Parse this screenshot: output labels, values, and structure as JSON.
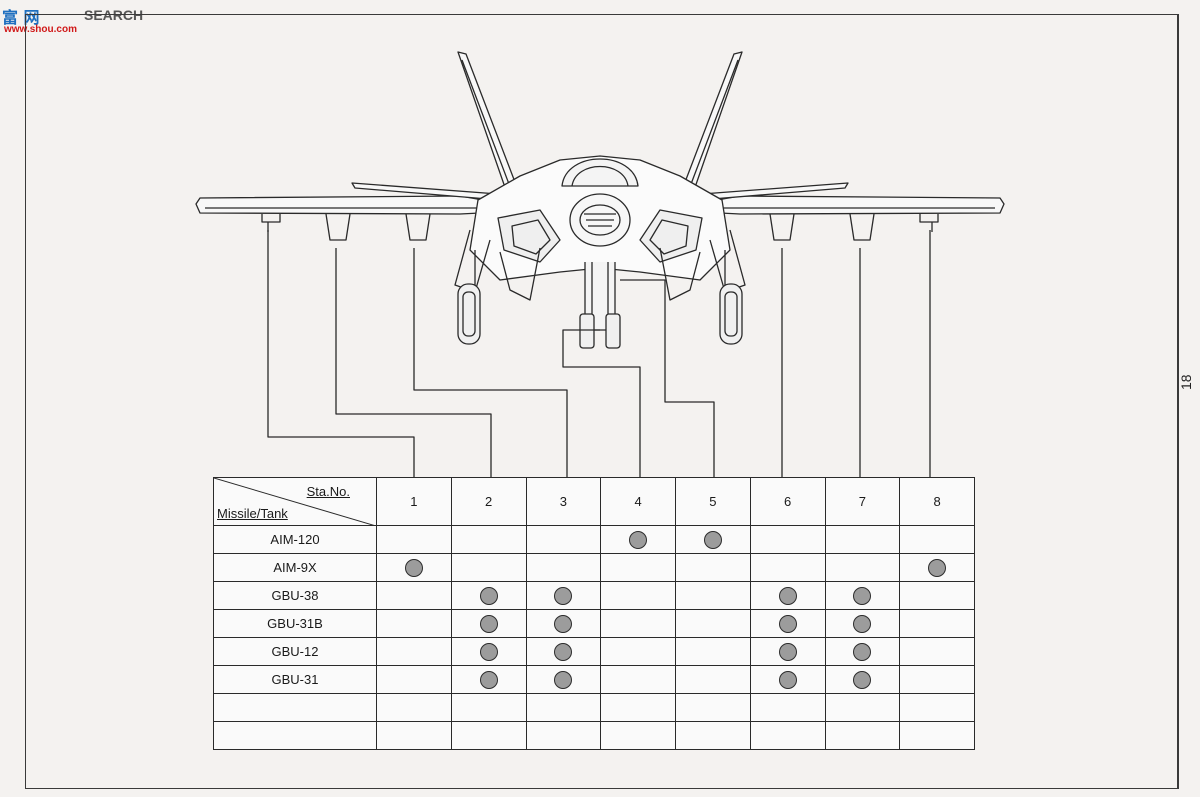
{
  "watermark": {
    "brand_cn": "富 网",
    "search": "SEARCH",
    "url": "www.shou.com"
  },
  "page_number": "18",
  "table": {
    "sta_label": "Sta.No.",
    "type_label": "Missile/Tank",
    "stations": [
      "1",
      "2",
      "3",
      "4",
      "5",
      "6",
      "7",
      "8"
    ],
    "rows": [
      {
        "name": "AIM-120",
        "marks": [
          false,
          false,
          false,
          true,
          true,
          false,
          false,
          false
        ]
      },
      {
        "name": "AIM-9X",
        "marks": [
          true,
          false,
          false,
          false,
          false,
          false,
          false,
          true
        ]
      },
      {
        "name": "GBU-38",
        "marks": [
          false,
          true,
          true,
          false,
          false,
          true,
          true,
          false
        ]
      },
      {
        "name": "GBU-31B",
        "marks": [
          false,
          true,
          true,
          false,
          false,
          true,
          true,
          false
        ]
      },
      {
        "name": "GBU-12",
        "marks": [
          false,
          true,
          true,
          false,
          false,
          true,
          true,
          false
        ]
      },
      {
        "name": "GBU-31",
        "marks": [
          false,
          true,
          true,
          false,
          false,
          true,
          true,
          false
        ]
      },
      {
        "name": "",
        "marks": [
          false,
          false,
          false,
          false,
          false,
          false,
          false,
          false
        ]
      },
      {
        "name": "",
        "marks": [
          false,
          false,
          false,
          false,
          false,
          false,
          false,
          false
        ]
      }
    ]
  },
  "colors": {
    "line": "#2a2a2a",
    "mark_fill": "#9c9c9c",
    "paper": "#f4f2f0"
  }
}
